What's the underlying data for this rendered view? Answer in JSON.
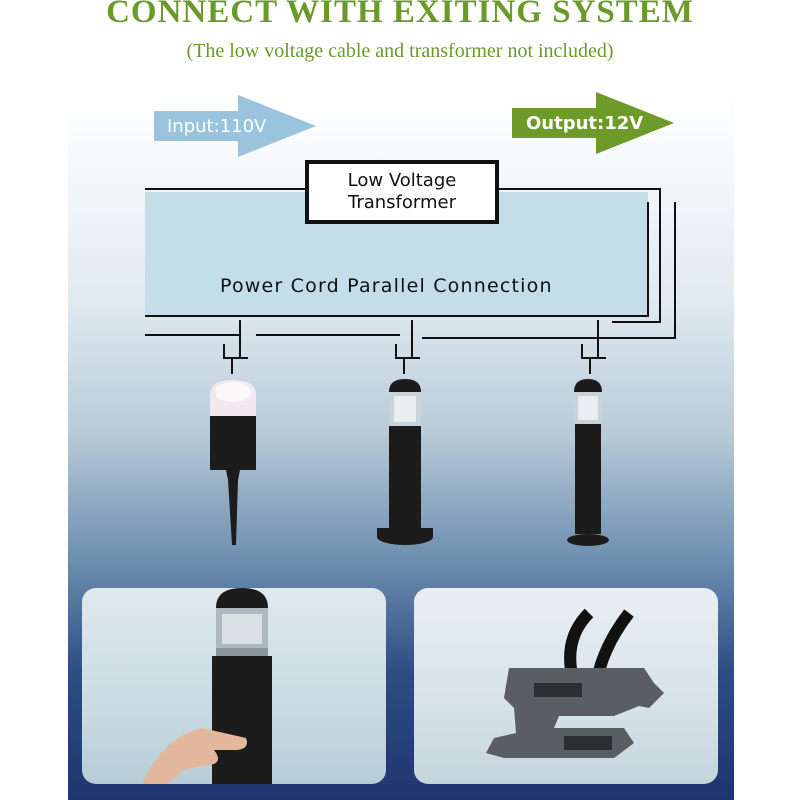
{
  "title": "CONNECT WITH EXITING SYSTEM",
  "subtitle": "(The low voltage cable and transformer not included)",
  "input_arrow": {
    "label": "Input:110V",
    "color": "#9ac3dd"
  },
  "output_arrow": {
    "label": "Output:12V",
    "color": "#6e9a2a"
  },
  "transformer": {
    "line1": "Low Voltage",
    "line2": "Transformer"
  },
  "power_cord_label": "Power Cord Parallel Connection",
  "colors": {
    "title_green": "#6a9a2a",
    "cord_band": "#c3dde9",
    "fixture": "#1c1c1c"
  },
  "icons": [
    "spike-light-icon",
    "bollard-light-icon",
    "bollard-light-icon",
    "hand-holding-bollard-photo",
    "cable-connector-photo"
  ]
}
